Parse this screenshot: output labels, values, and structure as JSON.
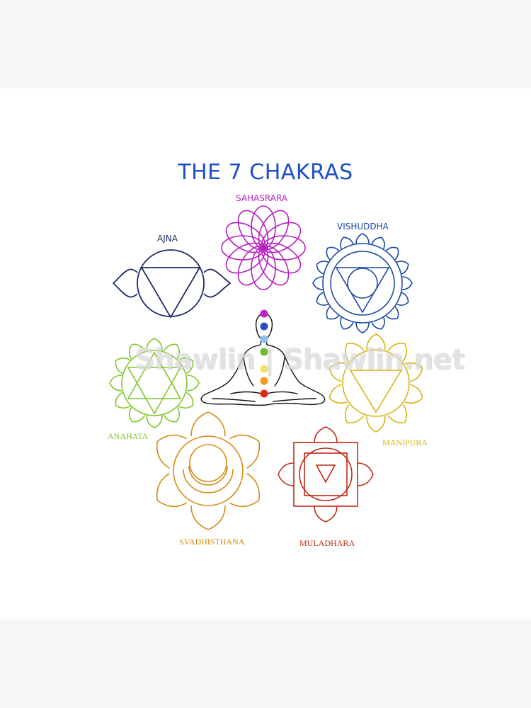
{
  "title": "THE 7 CHAKRAS",
  "watermark": "Shawlin | Shawlin.net",
  "chakras": {
    "sahasrara": {
      "label": "SAHASRARA",
      "color": "#b61ec0"
    },
    "ajna": {
      "label": "AJNA",
      "color": "#1c2a6a"
    },
    "vishuddha": {
      "label": "VISHUDDHA",
      "color": "#1d4aa2"
    },
    "anahata": {
      "label": "ANAHATA",
      "color": "#7fc72c"
    },
    "manipura": {
      "label": "MANIPURA",
      "color": "#d7b417"
    },
    "svadhisthana": {
      "label": "SVADHISTHANA",
      "color": "#d68a12"
    },
    "muladhara": {
      "label": "MULADHARA",
      "color": "#c02a14"
    }
  },
  "figure_dots": [
    "#c323c9",
    "#2a4fc2",
    "#8cc2e6",
    "#6bbd2f",
    "#f2e06a",
    "#f19a1b",
    "#e0281c"
  ]
}
